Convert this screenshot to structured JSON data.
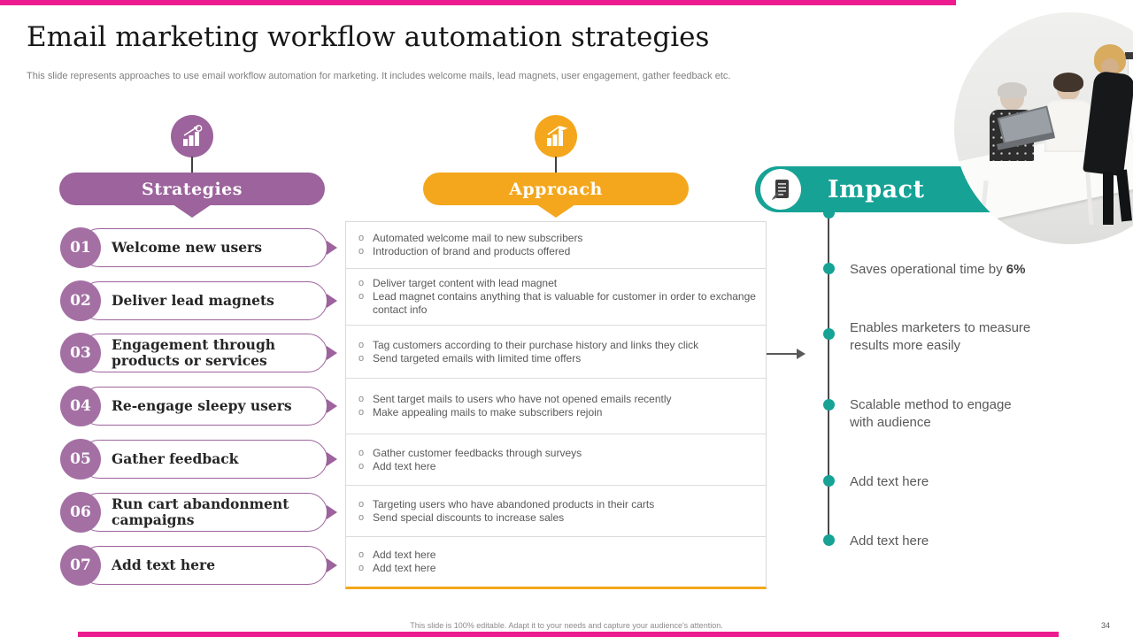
{
  "slide": {
    "title": "Email marketing workflow automation strategies",
    "subtitle": "This slide represents approaches to use email workflow automation for marketing. It includes welcome mails, lead magnets, user engagement, gather feedback etc.",
    "footer": "This slide is 100% editable. Adapt it to your needs and capture your audience's attention.",
    "page_number": "34"
  },
  "colors": {
    "purple": "#9c639c",
    "purple_light": "#a470a4",
    "amber": "#f4a71c",
    "teal": "#16a295",
    "pink_edge": "#ec1c90"
  },
  "icons": {
    "strategies": "growth-bar-chart-icon",
    "approach": "milestone-chart-flag-icon",
    "impact": "report-document-pen-icon"
  },
  "strategies": {
    "header": "Strategies",
    "items": [
      {
        "num": "01",
        "label": "Welcome new users"
      },
      {
        "num": "02",
        "label": "Deliver lead magnets"
      },
      {
        "num": "03",
        "label": "Engagement through products or services"
      },
      {
        "num": "04",
        "label": "Re-engage sleepy users"
      },
      {
        "num": "05",
        "label": "Gather feedback"
      },
      {
        "num": "06",
        "label": "Run cart abandonment campaigns"
      },
      {
        "num": "07",
        "label": "Add text here"
      }
    ]
  },
  "approach": {
    "header": "Approach",
    "rows": [
      [
        "Automated welcome mail to new subscribers",
        "Introduction of brand and products offered"
      ],
      [
        "Deliver target content with lead magnet",
        "Lead magnet contains anything that is valuable for customer in order to exchange contact info"
      ],
      [
        "Tag customers according to their purchase history and links they click",
        "Send targeted emails with limited time offers"
      ],
      [
        "Sent target mails to users who have not opened emails recently",
        "Make appealing mails to make subscribers rejoin"
      ],
      [
        "Gather customer feedbacks through surveys",
        "Add text here"
      ],
      [
        "Targeting users who have abandoned products in their carts",
        "Send special discounts to increase sales"
      ],
      [
        "Add text here",
        "Add text here"
      ]
    ],
    "bullet": "o"
  },
  "impact": {
    "header": "Impact",
    "items": [
      {
        "text": "Saves operational time by ",
        "bold": "6%"
      },
      {
        "text": "Enables marketers to measure results more easily",
        "bold": ""
      },
      {
        "text": "Scalable method to engage with audience",
        "bold": ""
      },
      {
        "text": "Add text here",
        "bold": ""
      },
      {
        "text": "Add text here",
        "bold": ""
      }
    ]
  }
}
